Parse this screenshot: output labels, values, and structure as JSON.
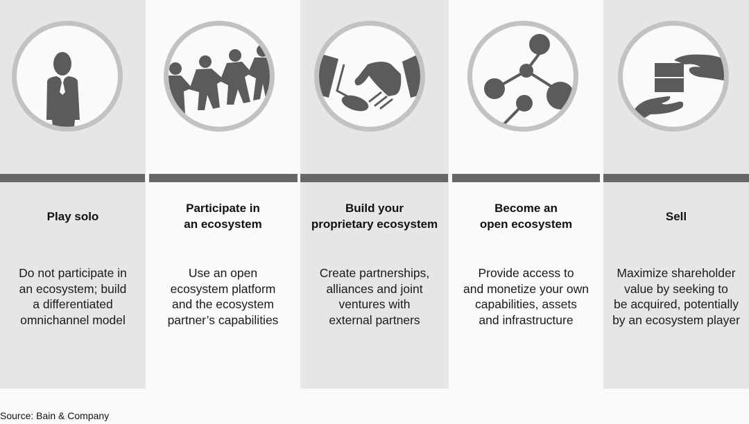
{
  "colors": {
    "panel_gray": "#e5e6e5",
    "panel_light": "#fafafa",
    "bar": "#676767",
    "icon_fill": "#5a5c5b",
    "icon_ring": "#c2c2c2"
  },
  "columns": [
    {
      "icon": "person-icon",
      "title": "Play solo",
      "description": "Do not participate in\nan ecosystem; build\na differentiated\nomnichannel model"
    },
    {
      "icon": "paper-chain-people-icon",
      "title": "Participate in\nan ecosystem",
      "description": "Use an open\necosystem platform\nand the ecosystem\npartner’s capabilities"
    },
    {
      "icon": "handshake-icon",
      "title": "Build your\nproprietary ecosystem",
      "description": "Create partnerships,\nalliances and joint\nventures with\nexternal partners"
    },
    {
      "icon": "network-nodes-icon",
      "title": "Become an\nopen ecosystem",
      "description": "Provide access to\nand monetize your own\ncapabilities, assets\nand infrastructure"
    },
    {
      "icon": "hand-over-box-icon",
      "title": "Sell",
      "description": "Maximize shareholder\nvalue by seeking to\nbe acquired, potentially\nby an ecosystem player"
    }
  ],
  "source": "Source: Bain & Company"
}
